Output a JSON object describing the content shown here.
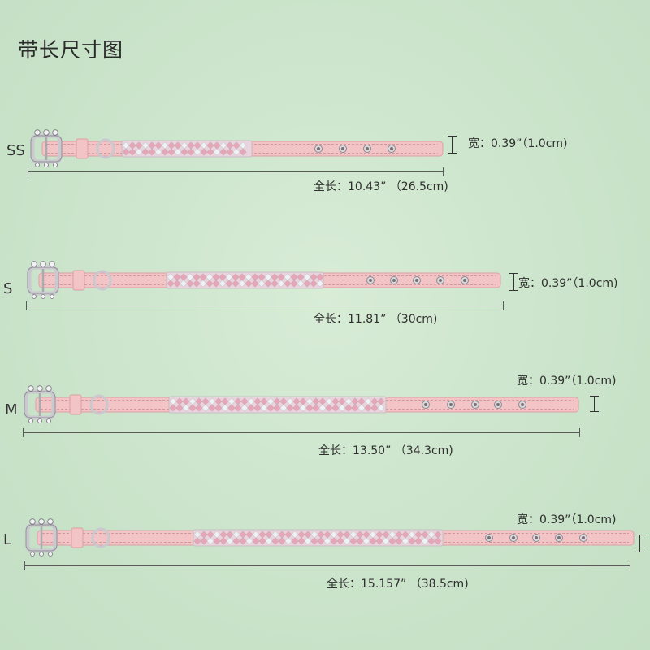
{
  "title": "带长尺寸图",
  "colors": {
    "strap": "#f3c4c6",
    "strap_edge": "#dc9fa4",
    "stitch": "#c98a90",
    "crystal_pink": "#e7a5b8",
    "crystal_clear": "#eef2f6",
    "metal": "#c9c9cf"
  },
  "collars": [
    {
      "size": "SS",
      "width_label": "宽：0.39”（1.0cm)",
      "length_label": "全长：10.43” （26.5cm)"
    },
    {
      "size": "S",
      "width_label": "宽：0.39”（1.0cm)",
      "length_label": "全长：11.81” （30cm)"
    },
    {
      "size": "M",
      "width_label": "宽：0.39”（1.0cm)",
      "length_label": "全长：13.50” （34.3cm)"
    },
    {
      "size": "L",
      "width_label": "宽：0.39”（1.0cm)",
      "length_label": "全长：15.157” （38.5cm)"
    }
  ]
}
